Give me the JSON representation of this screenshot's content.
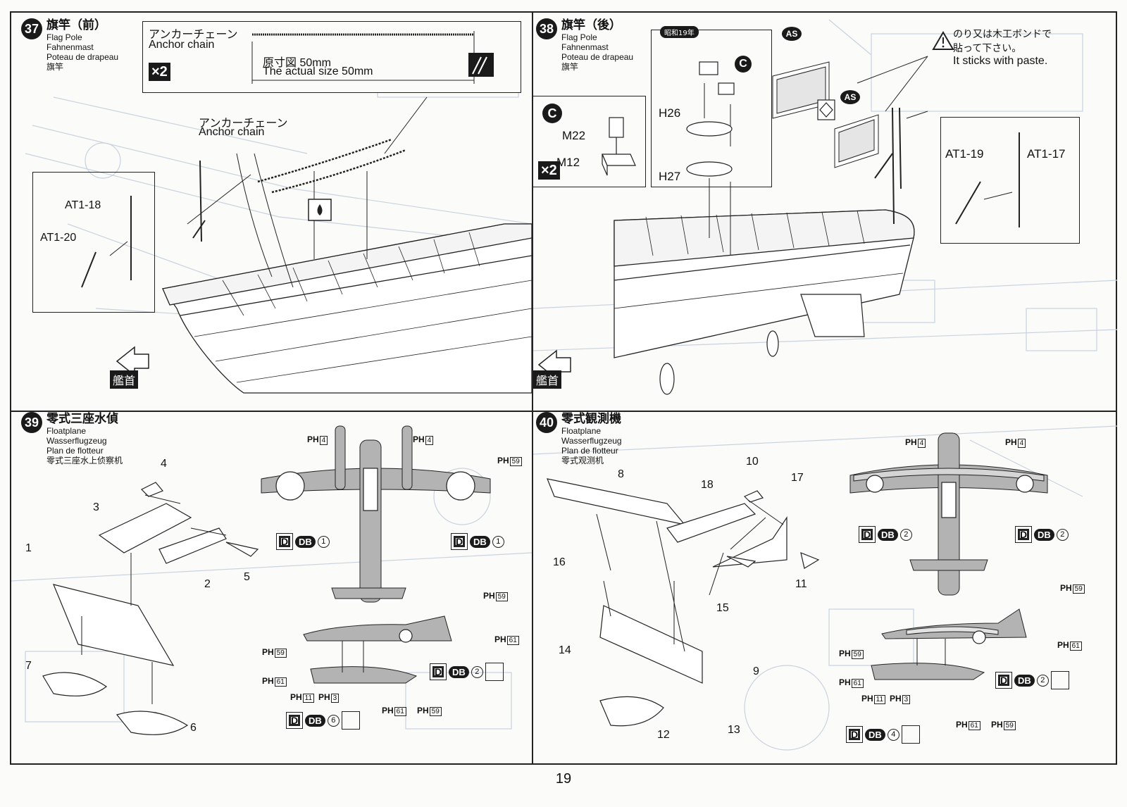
{
  "page_number": "19",
  "steps": {
    "s37": {
      "number": "37",
      "title_jp": "旗竿（前）",
      "title_en": "Flag Pole",
      "title_de": "Fahnenmast",
      "title_fr": "Poteau de drapeau",
      "title_cn": "旗竿",
      "chain_label_jp": "アンカーチェーン",
      "chain_label_en": "Anchor chain",
      "chain_qty": "×2",
      "actual_size_jp": "原寸図 50mm",
      "actual_size_en": "The actual size 50mm",
      "chain_label2_jp": "アンカーチェーン",
      "chain_label2_en": "Anchor chain",
      "parts": [
        "AT1-18",
        "AT1-20"
      ],
      "bow_label": "艦首"
    },
    "s38": {
      "number": "38",
      "title_jp": "旗竿（後）",
      "title_en": "Flag Pole",
      "title_de": "Fahnenmast",
      "title_fr": "Poteau de drapeau",
      "title_cn": "旗竿",
      "era": "昭和19年",
      "letter_c": "C",
      "parts_inset": [
        "M22",
        "M12"
      ],
      "inset_qty": "×2",
      "parts": [
        "H26",
        "H27",
        "AT1-19",
        "AT1-17"
      ],
      "as_label": "AS",
      "note_jp_1": "のり又は木工ボンドで",
      "note_jp_2": "貼って下さい。",
      "note_en": "It sticks with paste.",
      "bow_label": "艦首"
    },
    "s39": {
      "number": "39",
      "title_jp": "零式三座水偵",
      "title_en": "Floatplane",
      "title_de": "Wasserflugzeug",
      "title_fr": "Plan de flotteur",
      "title_cn": "零式三座水上侦察机",
      "part_numbers": [
        "4",
        "3",
        "1",
        "5",
        "2",
        "7",
        "6"
      ],
      "ph_prefix": "PH",
      "ph_codes": [
        "4",
        "4",
        "59",
        "59",
        "61",
        "59",
        "61",
        "11",
        "3",
        "61",
        "59"
      ],
      "decal_d": "D",
      "decal_db": "DB",
      "decal_circ": [
        "1",
        "1",
        "2",
        "6"
      ]
    },
    "s40": {
      "number": "40",
      "title_jp": "零式観測機",
      "title_en": "Floatplane",
      "title_de": "Wasserflugzeug",
      "title_fr": "Plan de flotteur",
      "title_cn": "零式观测机",
      "part_numbers": [
        "8",
        "10",
        "18",
        "17",
        "16",
        "15",
        "11",
        "14",
        "9",
        "12",
        "13"
      ],
      "ph_prefix": "PH",
      "ph_codes": [
        "4",
        "4",
        "59",
        "61",
        "59",
        "61",
        "11",
        "3",
        "61",
        "59"
      ],
      "decal_d": "D",
      "decal_db": "DB",
      "decal_circ": [
        "2",
        "2",
        "2",
        "4"
      ]
    }
  }
}
